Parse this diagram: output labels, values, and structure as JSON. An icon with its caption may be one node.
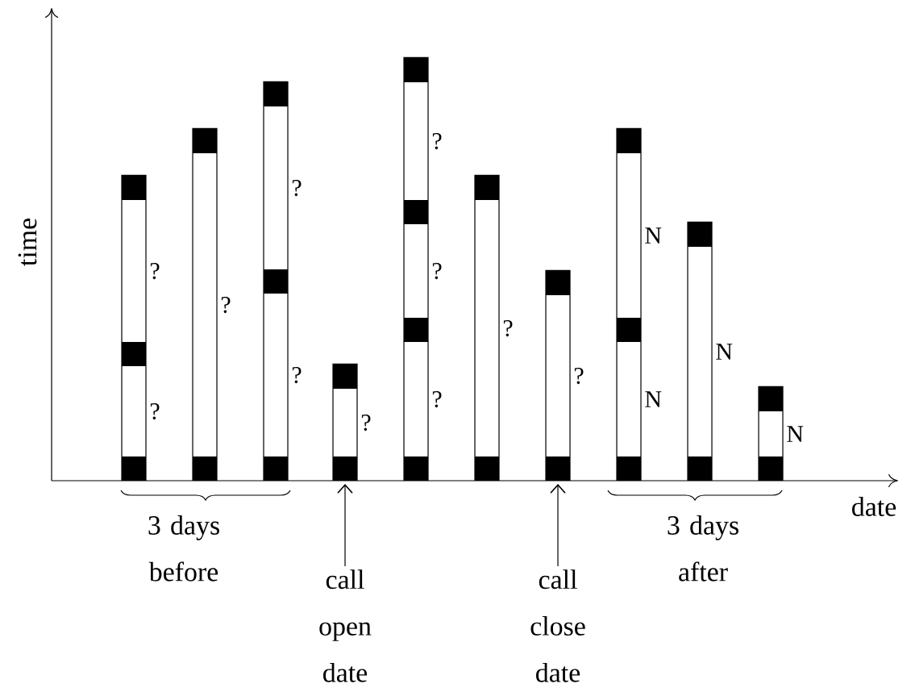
{
  "diagram": {
    "nodes": [
      {
        "text": [],
        "shape": "bar",
        "beside": [
          "?",
          "?"
        ]
      },
      {
        "text": [],
        "shape": "bar",
        "beside": [
          "?"
        ]
      },
      {
        "text": [],
        "shape": "bar",
        "beside": [
          "?",
          "?"
        ]
      },
      {
        "text": [],
        "shape": "bar",
        "beside": [
          "?"
        ]
      },
      {
        "text": [],
        "shape": "bar",
        "beside": [
          "?",
          "?",
          "?"
        ]
      },
      {
        "text": [],
        "shape": "bar",
        "beside": [
          "?"
        ]
      },
      {
        "text": [],
        "shape": "bar",
        "beside": [
          "?"
        ]
      },
      {
        "text": [],
        "shape": "bar",
        "beside": [
          "N",
          "N"
        ]
      },
      {
        "text": [],
        "shape": "bar",
        "beside": [
          "N"
        ]
      },
      {
        "text": [],
        "shape": "bar",
        "beside": [
          "N"
        ]
      },
      {
        "text": [
          "call open date"
        ]
      },
      {
        "text": [
          "call close date"
        ]
      }
    ],
    "edges": [
      {
        "from": 10,
        "to": 3,
        "arrow": "to"
      },
      {
        "from": 11,
        "to": 6,
        "arrow": "to"
      }
    ],
    "labels": [
      "time",
      "date",
      "3 days before",
      "3 days after"
    ]
  }
}
